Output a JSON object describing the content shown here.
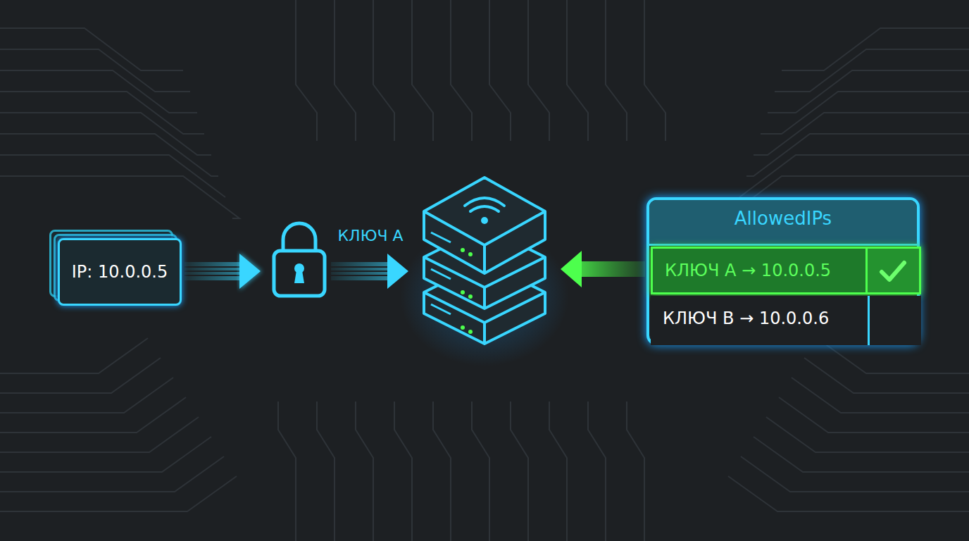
{
  "diagram": {
    "nodes": [
      {
        "text": [
          "IP: 10.0.0.5"
        ]
      },
      {
        "text": [
          "AllowedIPs"
        ]
      },
      {
        "text": [
          "КЛЮЧ А → 10.0.0.5"
        ],
        "in": 1
      },
      {
        "text": [
          "КЛЮЧ В → 10.0.0.6"
        ],
        "in": 1
      }
    ],
    "labels": [
      "КЛЮЧ А"
    ]
  }
}
